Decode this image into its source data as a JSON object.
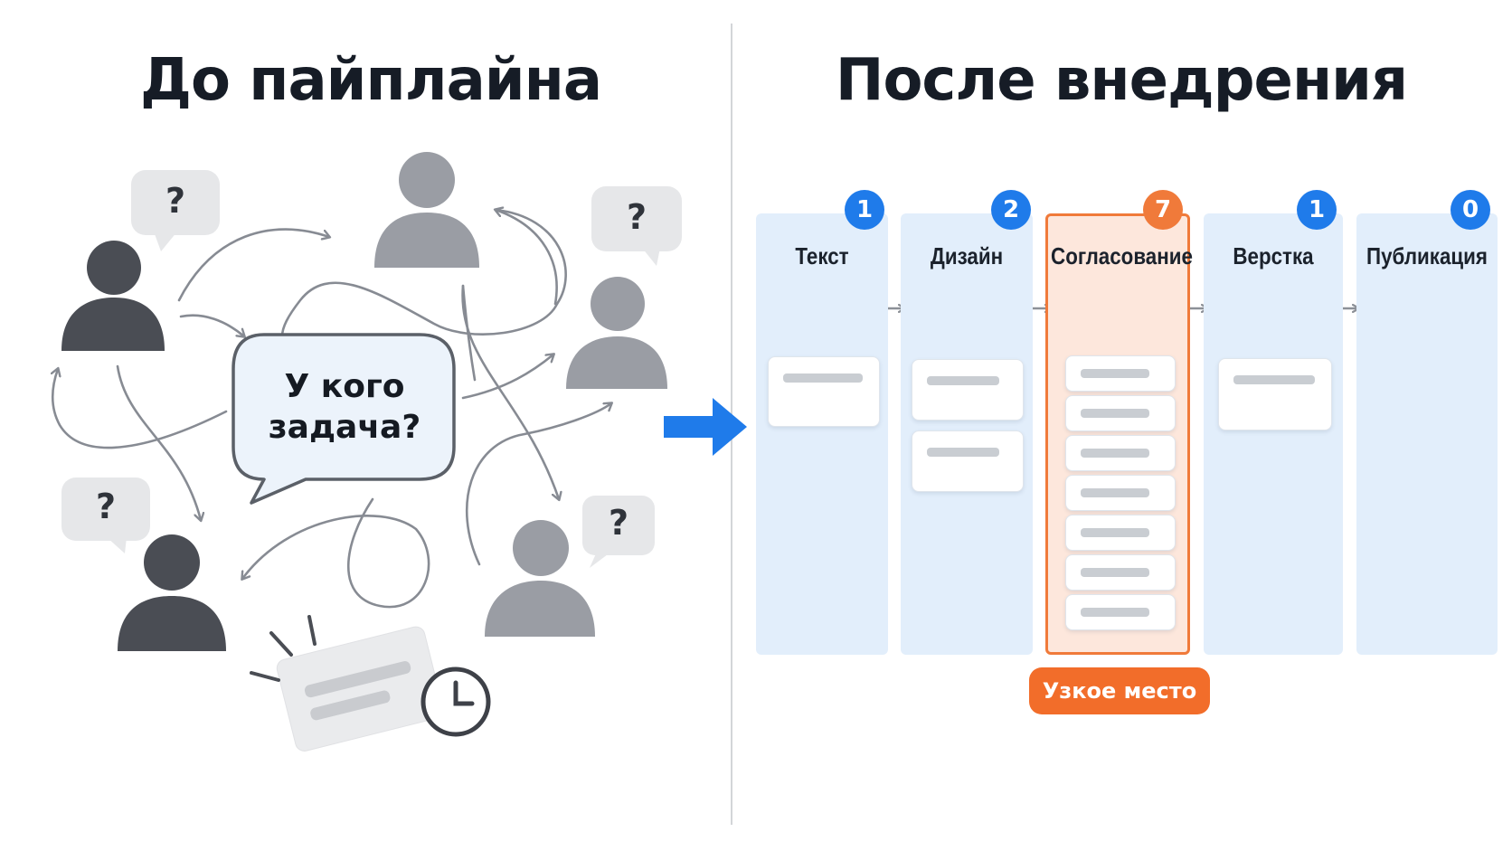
{
  "left_panel": {
    "title": "До пайплайна",
    "bubble_text": "У кого задача?",
    "question_mark": "?"
  },
  "right_panel": {
    "title": "После внедрения",
    "columns": [
      {
        "label": "Текст",
        "count": "1"
      },
      {
        "label": "Дизайн",
        "count": "2"
      },
      {
        "label": "Согласование",
        "count": "7"
      },
      {
        "label": "Верстка",
        "count": "1"
      },
      {
        "label": "Публикация",
        "count": "0"
      }
    ],
    "bottleneck_label": "Узкое место"
  },
  "colors": {
    "accent_blue": "#1f7bea",
    "bottleneck_orange": "#f07a3a",
    "column_bg": "#e2eefb",
    "person_dark": "#4a4d54",
    "person_light": "#9a9da4"
  }
}
